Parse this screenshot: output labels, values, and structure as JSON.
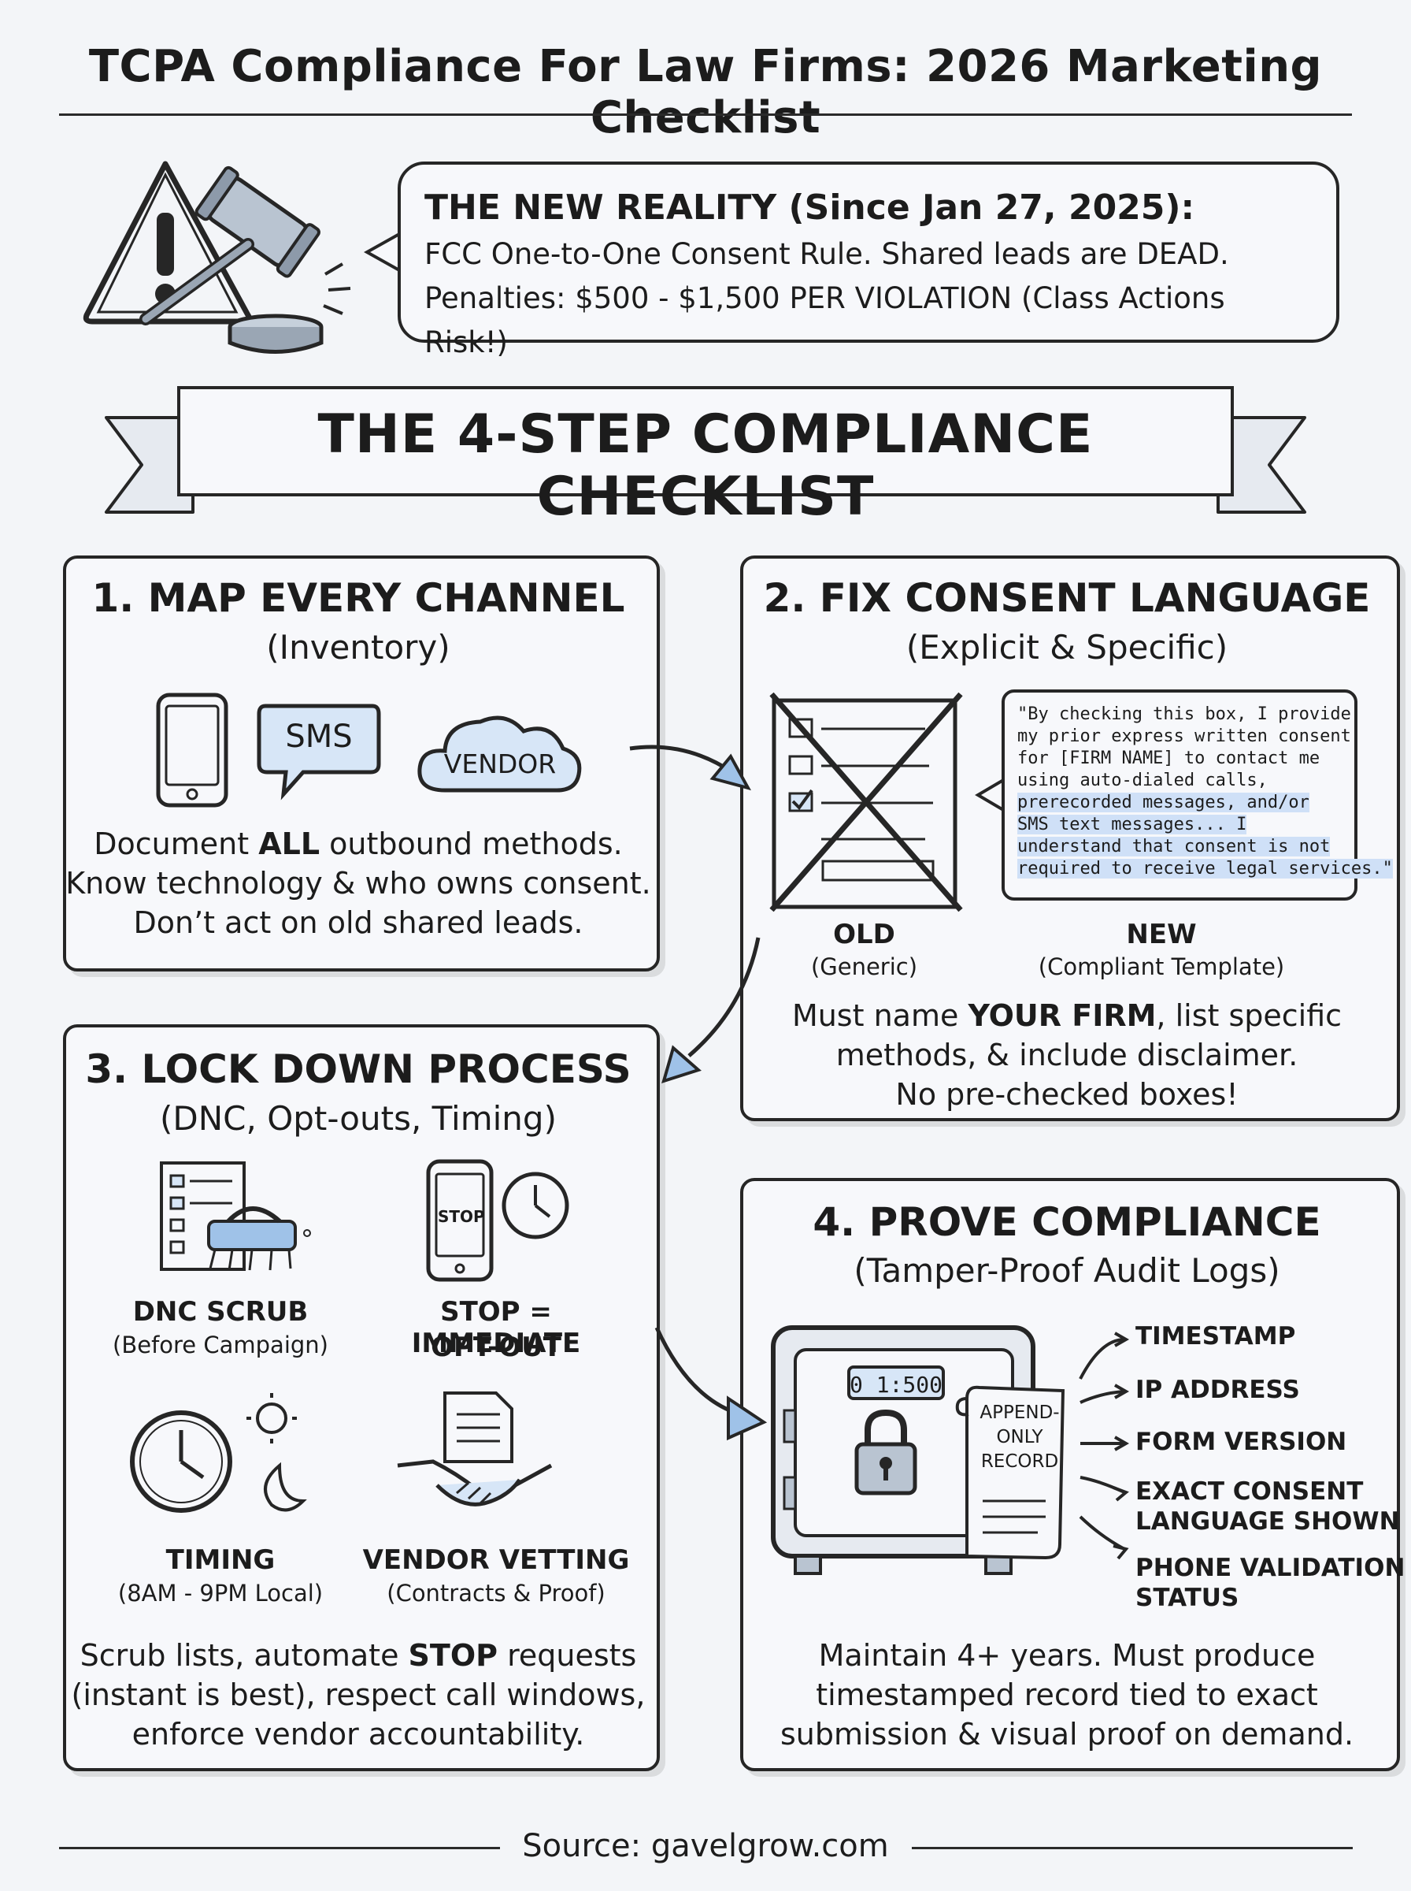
{
  "title": "TCPA Compliance For Law Firms: 2026 Marketing Checklist",
  "reality": {
    "heading": "THE NEW REALITY (Since Jan 27, 2025):",
    "line1": "FCC One-to-One Consent Rule. Shared leads are DEAD.",
    "line2": "Penalties: $500 - $1,500 PER VIOLATION (Class Actions Risk!)"
  },
  "banner": "THE 4-STEP COMPLIANCE CHECKLIST",
  "step1": {
    "title": "1. MAP EVERY CHANNEL",
    "subtitle": "(Inventory)",
    "sms_label": "SMS",
    "vendor_label": "VENDOR",
    "body_a": "Document ",
    "body_b": "ALL",
    "body_c": " outbound methods.",
    "body2": "Know technology & who owns consent.",
    "body3": "Don’t act on old shared leads."
  },
  "step2": {
    "title": "2. FIX CONSENT LANGUAGE",
    "subtitle": "(Explicit & Specific)",
    "quote": [
      "\"By checking this box, I provide",
      "my prior express written consent",
      "for [FIRM NAME] to contact me",
      "using auto-dialed calls,",
      "prerecorded messages, and/or",
      "SMS text messages... I",
      "understand that consent is not",
      "required to receive legal services.\""
    ],
    "old_label": "OLD",
    "old_sub": "(Generic)",
    "new_label": "NEW",
    "new_sub": "(Compliant Template)",
    "body_a": "Must name ",
    "body_b": "YOUR FIRM",
    "body_c": ", list specific",
    "body2": "methods, & include disclaimer.",
    "body3": "No pre-checked boxes!"
  },
  "step3": {
    "title": "3. LOCK DOWN PROCESS",
    "subtitle": "(DNC, Opt-outs, Timing)",
    "stop_word": "STOP",
    "items": [
      {
        "label": "DNC SCRUB",
        "sub": "(Before Campaign)"
      },
      {
        "label": "STOP = IMMEDIATE",
        "sub": "OPT-OUT"
      },
      {
        "label": "TIMING",
        "sub": "(8AM - 9PM Local)"
      },
      {
        "label": "VENDOR VETTING",
        "sub": "(Contracts & Proof)"
      }
    ],
    "body_a": "Scrub lists, automate ",
    "body_b": "STOP",
    "body_c": " requests",
    "body2": "(instant is best), respect call windows,",
    "body3": "enforce vendor accountability."
  },
  "step4": {
    "title": "4. PROVE COMPLIANCE",
    "subtitle": "(Tamper-Proof Audit Logs)",
    "display": "0 1:500",
    "scroll": [
      "APPEND-",
      "ONLY",
      "RECORD"
    ],
    "log_items": [
      "TIMESTAMP",
      "IP ADDRESS",
      "FORM VERSION",
      "EXACT CONSENT",
      "LANGUAGE SHOWN",
      "PHONE VALIDATION",
      "STATUS"
    ],
    "body1": "Maintain 4+ years. Must produce",
    "body2": "timestamped record tied to exact",
    "body3": "submission & visual proof on demand."
  },
  "footer": "Source: gavelgrow.com",
  "colors": {
    "ink": "#262626",
    "highlight": "#cfe0f7",
    "accent_blue": "#9fc2e8"
  }
}
